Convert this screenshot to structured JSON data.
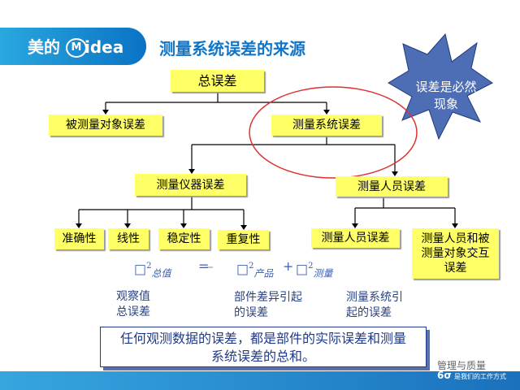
{
  "header": {
    "logo_cn": "美的",
    "logo_ring": "M",
    "logo_en": "idea",
    "title": "测量系统误差的来源"
  },
  "starburst": {
    "line1": "误差是必然",
    "line2": "现象"
  },
  "tree": {
    "root": "总误差",
    "level1": [
      "被测量对象误差",
      "测量系统误差"
    ],
    "level2": [
      "测量仪器误差",
      "测量人员误差"
    ],
    "instrument_children": [
      "准确性",
      "线性",
      "稳定性",
      "重复性"
    ],
    "personnel_children": [
      "测量人员误差",
      "测量人员和被测量对象交互误差"
    ]
  },
  "formula": {
    "term1_sub": "总值",
    "equals": "=",
    "term2_sub": "产品",
    "plus": "+",
    "term3_sub": "测量",
    "sigma": "□",
    "power": "2"
  },
  "captions": {
    "c1_line1": "观察值",
    "c1_line2": "总误差",
    "c2_line1": "部件差异引起",
    "c2_line2": "的误差",
    "c3_line1": "测量系统引",
    "c3_line2": "起的误差"
  },
  "summary": {
    "line1": "任何观测数据的误差，都是部件的实际误差和测量",
    "line2": "系统误差的总和。"
  },
  "watermark": {
    "main": "管理与质量",
    "sub": "是我们的工作方式",
    "logo": "6σ"
  },
  "colors": {
    "box_fill": "#ffff66",
    "title_blue": "#1276c8",
    "starburst_fill": "#4d6db5",
    "highlight_ellipse": "#e03030"
  }
}
